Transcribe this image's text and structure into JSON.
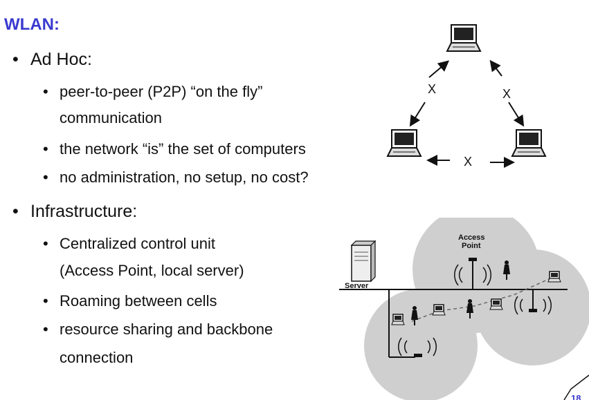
{
  "title": "WLAN:",
  "adhoc": {
    "heading": "Ad Hoc:",
    "items": [
      "peer-to-peer  (P2P) “on the fly”",
      "communication",
      "the network “is” the set of computers",
      "no administration, no setup, no cost?"
    ]
  },
  "infra": {
    "heading": "Infrastructure:",
    "items": [
      "Centralized control unit",
      "(Access Point, local server)",
      "Roaming between cells",
      "resource sharing and backbone",
      "connection"
    ]
  },
  "diagram_adhoc": {
    "link_label": "X"
  },
  "diagram_infra": {
    "access_point_label_1": "Access",
    "access_point_label_2": "Point",
    "server_label": "Server"
  },
  "page_number": "18"
}
